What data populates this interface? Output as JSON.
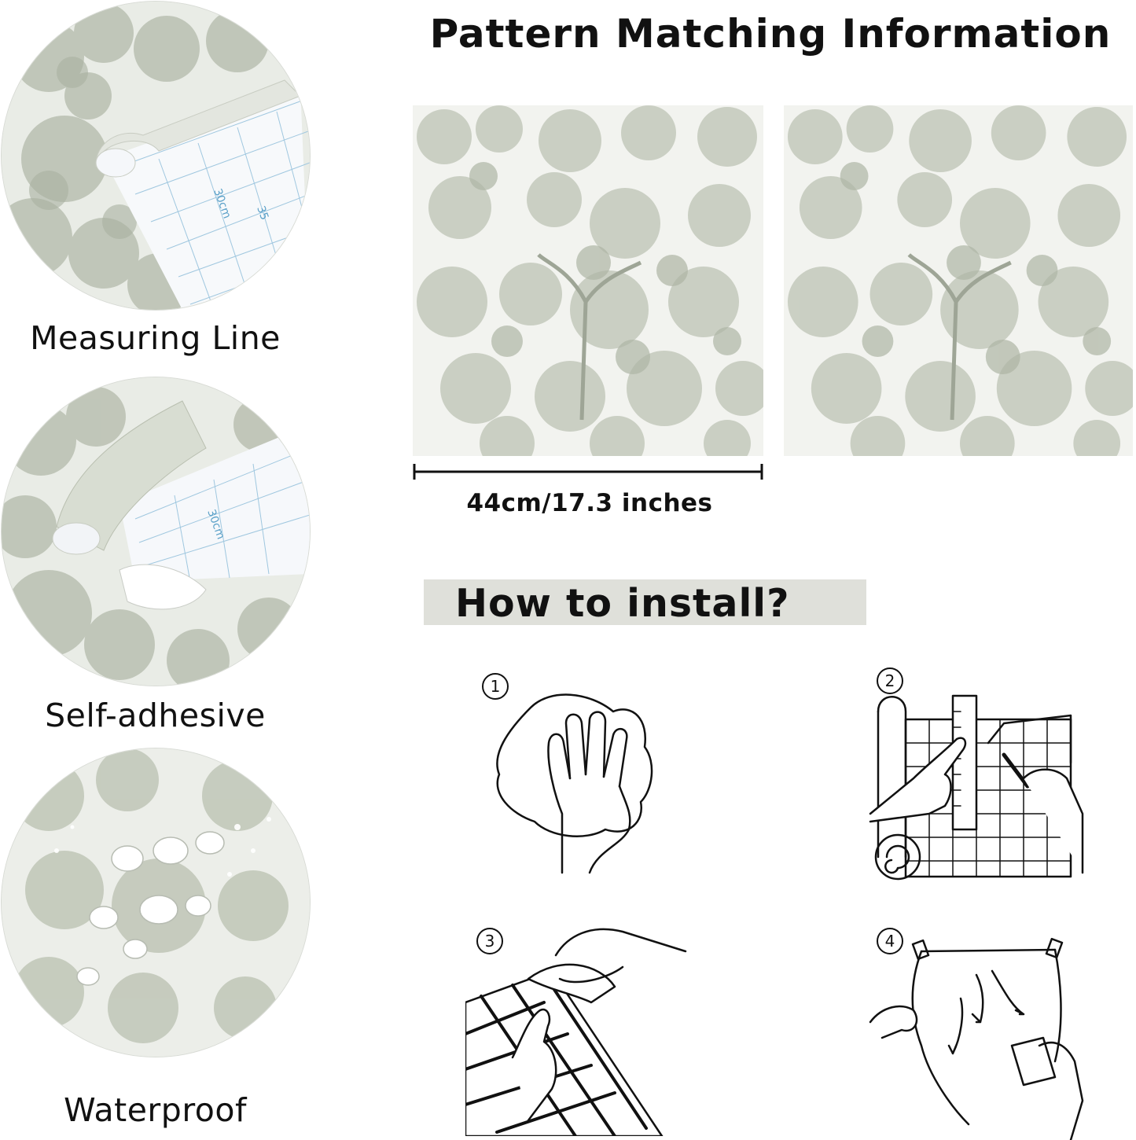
{
  "title": "Pattern Matching Information",
  "features": [
    {
      "label": "Measuring Line",
      "icon": "measuring-line-image",
      "roll_marks": [
        "30cm",
        "35"
      ]
    },
    {
      "label": "Self-adhesive",
      "icon": "self-adhesive-image",
      "roll_marks": [
        "30cm"
      ]
    },
    {
      "label": "Waterproof",
      "icon": "waterproof-image",
      "roll_marks": []
    }
  ],
  "pattern": {
    "width_label": "44cm/17.3 inches"
  },
  "install": {
    "title": "How to install?",
    "steps": [
      {
        "number": "1",
        "icon": "wipe-wall-icon"
      },
      {
        "number": "2",
        "icon": "measure-cut-icon"
      },
      {
        "number": "3",
        "icon": "peel-backing-icon"
      },
      {
        "number": "4",
        "icon": "apply-smooth-icon"
      }
    ]
  },
  "colors": {
    "pattern_green": "#b9bfb0",
    "install_bar": "#dfe0da"
  }
}
